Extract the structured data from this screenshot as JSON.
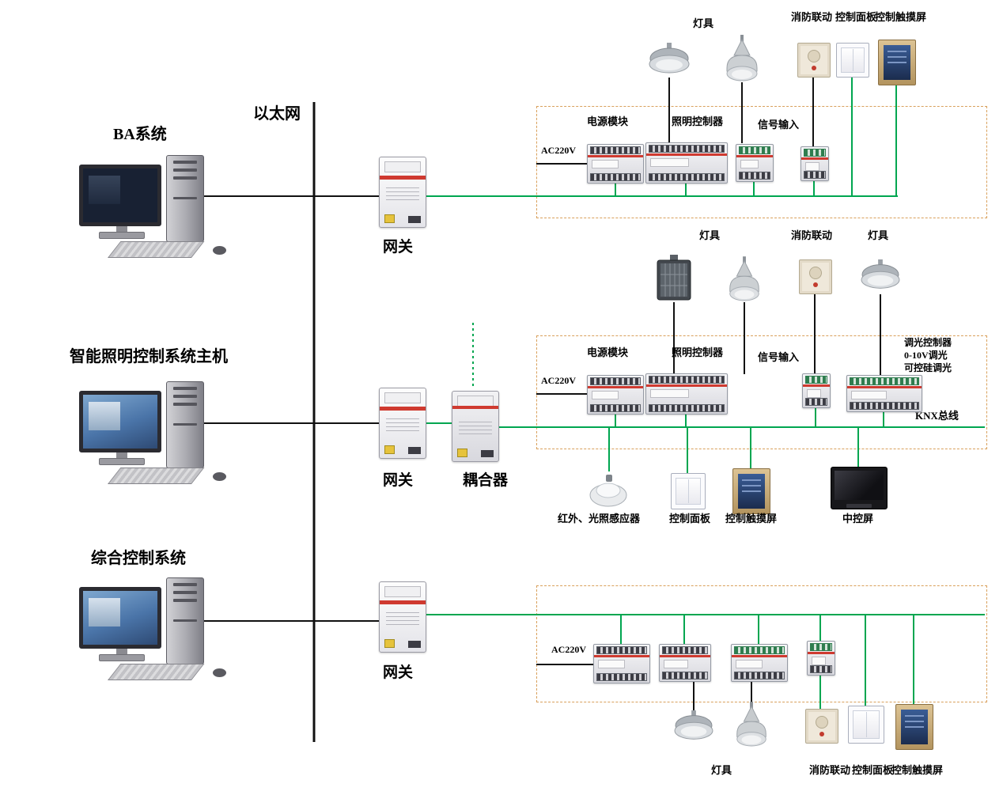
{
  "backbone": {
    "ethernet": "以太网",
    "row1": {
      "station": "BA系统",
      "gateway": "网关"
    },
    "row2": {
      "station": "智能照明控制系统主机",
      "gateway": "网关",
      "coupler": "耦合器"
    },
    "row3": {
      "station": "综合控制系统",
      "gateway": "网关"
    }
  },
  "top": {
    "field": {
      "lamp": "灯具",
      "fire": "消防联动",
      "panel": "控制面板",
      "touchscreen": "控制触摸屏"
    },
    "box": {
      "power": "电源模块",
      "controller": "照明控制器",
      "signal": "信号输入",
      "ac": "AC220V"
    }
  },
  "middle": {
    "field": {
      "lamp1": "灯具",
      "fire": "消防联动",
      "lamp2": "灯具"
    },
    "box": {
      "power": "电源模块",
      "controller": "照明控制器",
      "signal": "信号输入",
      "ac": "AC220V",
      "dimmer1": "调光控制器",
      "dimmer2": "0-10V调光",
      "dimmer3": "可控硅调光",
      "knx": "KNX总线"
    },
    "room": {
      "sensor": "红外、光照感应器",
      "panel": "控制面板",
      "touchscreen": "控制触摸屏",
      "tv": "中控屏"
    }
  },
  "bottom": {
    "box": {
      "ac": "AC220V"
    },
    "field": {
      "lamp": "灯具",
      "fire": "消防联动",
      "panel": "控制面板",
      "touchscreen": "控制触摸屏"
    }
  },
  "colors": {
    "bus_green": "#00a650",
    "frame_dash": "#d9a05b",
    "line_black": "#111111"
  }
}
